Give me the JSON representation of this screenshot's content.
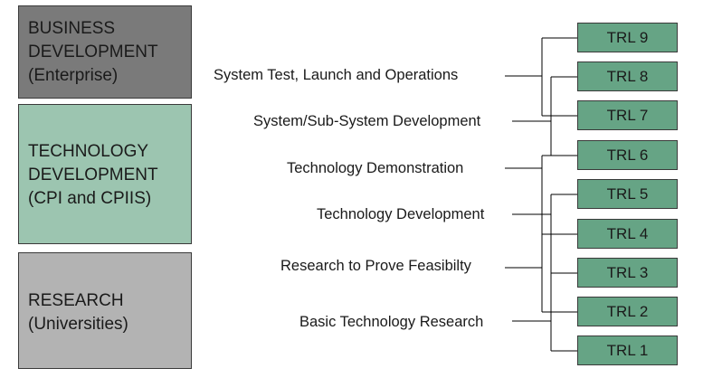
{
  "colors": {
    "business": "#7a7a7a",
    "technology": "#9cc5b0",
    "research": "#b3b3b3",
    "trl": "#66a485",
    "lines": "#000000"
  },
  "organizations": {
    "business": {
      "line1": "BUSINESS",
      "line2": "DEVELOPMENT",
      "line3": "(Enterprise)"
    },
    "technology": {
      "line1": "TECHNOLOGY",
      "line2": "DEVELOPMENT",
      "line3": "(CPI and CPIIS)"
    },
    "research": {
      "line1": "RESEARCH",
      "line2": "(Universities)"
    }
  },
  "stages": [
    "System Test, Launch and Operations",
    "System/Sub-System Development",
    "Technology Demonstration",
    "Technology Development",
    "Research to Prove Feasibilty",
    "Basic Technology Research"
  ],
  "trl_levels": [
    "TRL 9",
    "TRL 8",
    "TRL 7",
    "TRL 6",
    "TRL 5",
    "TRL 4",
    "TRL 3",
    "TRL 2",
    "TRL 1"
  ]
}
